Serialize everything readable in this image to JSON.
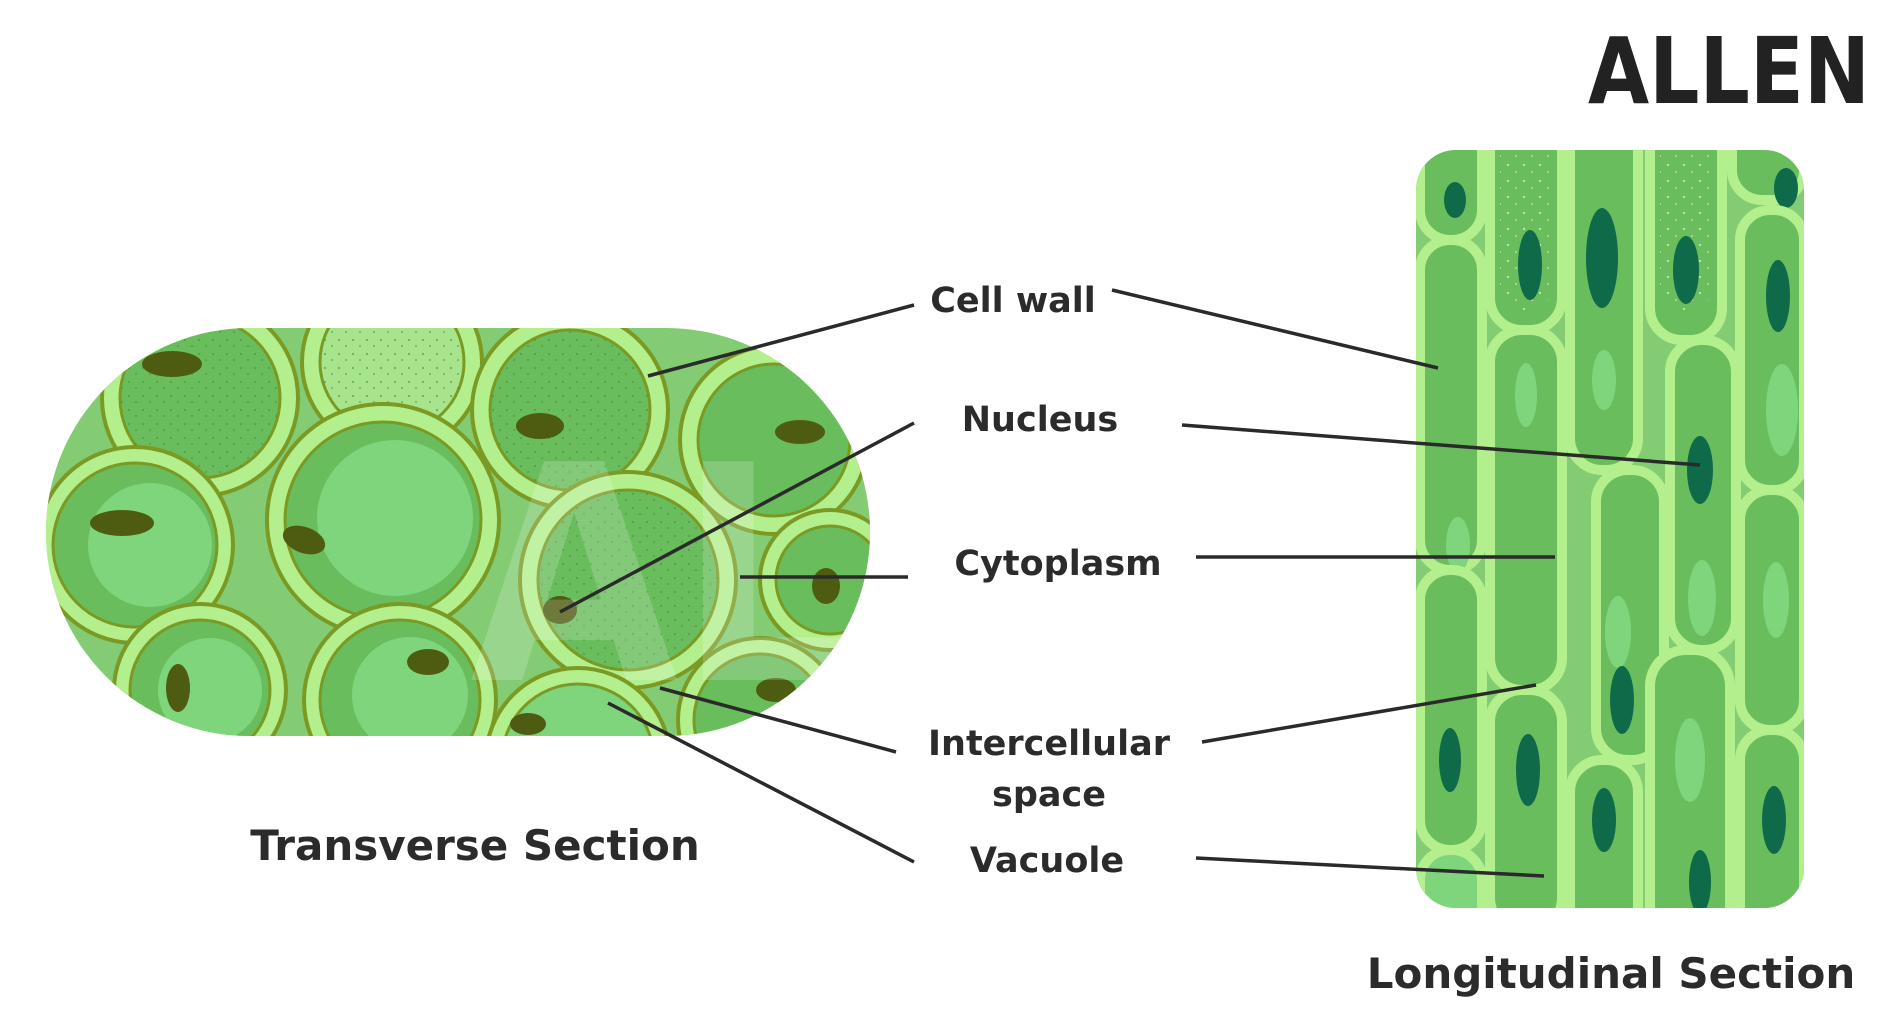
{
  "logo": "ALLEN",
  "labels": {
    "cell_wall": "Cell wall",
    "nucleus": "Nucleus",
    "cytoplasm": "Cytoplasm",
    "intercellular_1": "Intercellular",
    "intercellular_2": "space",
    "vacuole": "Vacuole"
  },
  "captions": {
    "transverse": "Transverse Section",
    "longitudinal": "Longitudinal Section"
  },
  "colors": {
    "tissue_bg": "#84cc74",
    "cell_wall": "#b4ef8e",
    "cell_rim": "#7a9a23",
    "cytoplasm": "#69bd5c",
    "vacuole": "#7fd57c",
    "nucleus_ts": "#4e5c11",
    "nucleus_ls": "#0e6a49",
    "leader": "#2a2a2a",
    "text": "#2b2b2b"
  }
}
